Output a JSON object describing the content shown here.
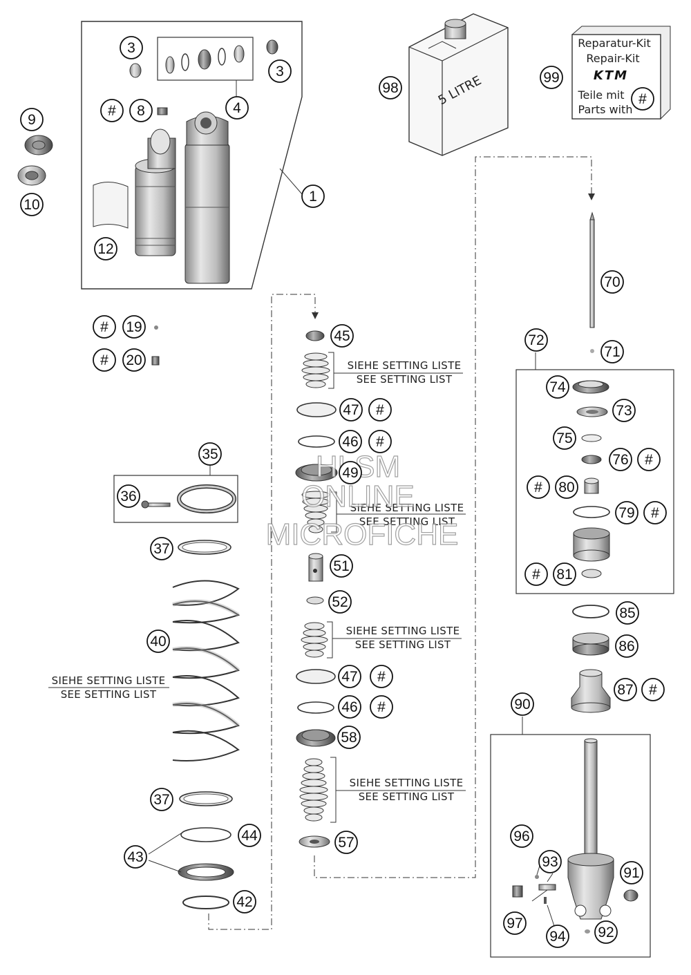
{
  "parts": {
    "p1": "1",
    "p3a": "3",
    "p3b": "3",
    "p4": "4",
    "p8": "8",
    "p9": "9",
    "p10": "10",
    "p12": "12",
    "p19": "19",
    "p20": "20",
    "p35": "35",
    "p36": "36",
    "p37a": "37",
    "p37b": "37",
    "p40": "40",
    "p42": "42",
    "p43": "43",
    "p44": "44",
    "p45": "45",
    "p46a": "46",
    "p46b": "46",
    "p47a": "47",
    "p47b": "47",
    "p49": "49",
    "p51": "51",
    "p52": "52",
    "p57": "57",
    "p58": "58",
    "p70": "70",
    "p71": "71",
    "p72": "72",
    "p73": "73",
    "p74": "74",
    "p75": "75",
    "p76": "76",
    "p79": "79",
    "p80": "80",
    "p81": "81",
    "p85": "85",
    "p86": "86",
    "p87": "87",
    "p90": "90",
    "p91": "91",
    "p92": "92",
    "p93": "93",
    "p94": "94",
    "p96": "96",
    "p97": "97",
    "p98": "98",
    "p99": "99"
  },
  "hash_symbol": "#",
  "setting_note": {
    "de": "SIEHE SETTING LISTE",
    "en": "SEE SETTING LIST"
  },
  "oil_can_label": "5 LITRE",
  "repair_kit": {
    "line1": "Reparatur-Kit",
    "line2": "Repair-Kit",
    "brand": "KTM",
    "line3": "Teile mit",
    "line4": "Parts with"
  },
  "watermark": {
    "line1": "HLSM",
    "line2": "ONLINE",
    "line3": "MICROFICHE"
  }
}
